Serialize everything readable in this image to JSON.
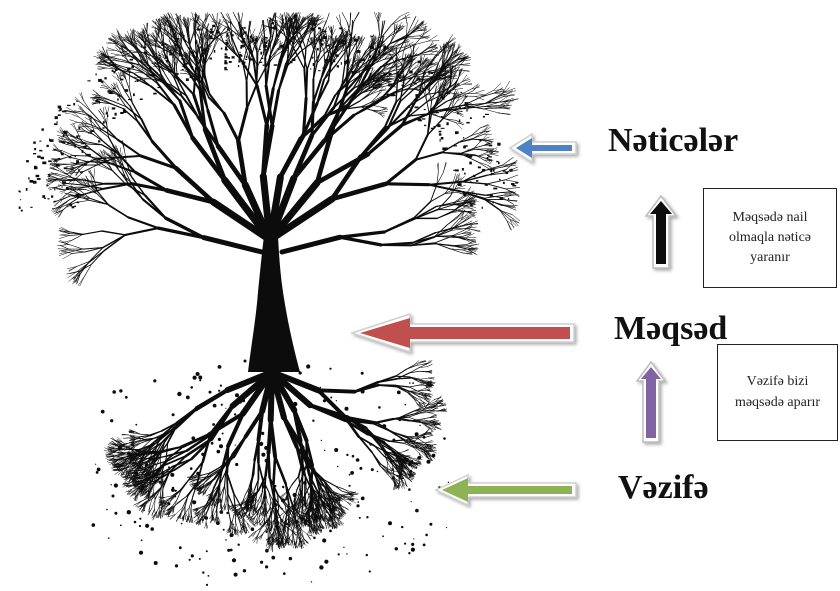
{
  "labels": {
    "results": "Nəticələr",
    "goal": "Məqsəd",
    "task": "Vəzifə"
  },
  "notes": {
    "goal_to_result": "Məqsədə nail olmaqla nəticə yaranır",
    "task_to_goal": "Vəzifə bizi məqsədə aparır"
  },
  "colors": {
    "results_arrow": "#4f81c7",
    "goal_arrow": "#c0504d",
    "task_arrow": "#8db356",
    "up_arrow_top": "#111111",
    "up_arrow_bottom": "#8064a2",
    "tree": "#0c0c0c"
  },
  "icons": {
    "tree": "tree-with-roots-illustration",
    "arrows": "left-arrow, up-arrow"
  }
}
